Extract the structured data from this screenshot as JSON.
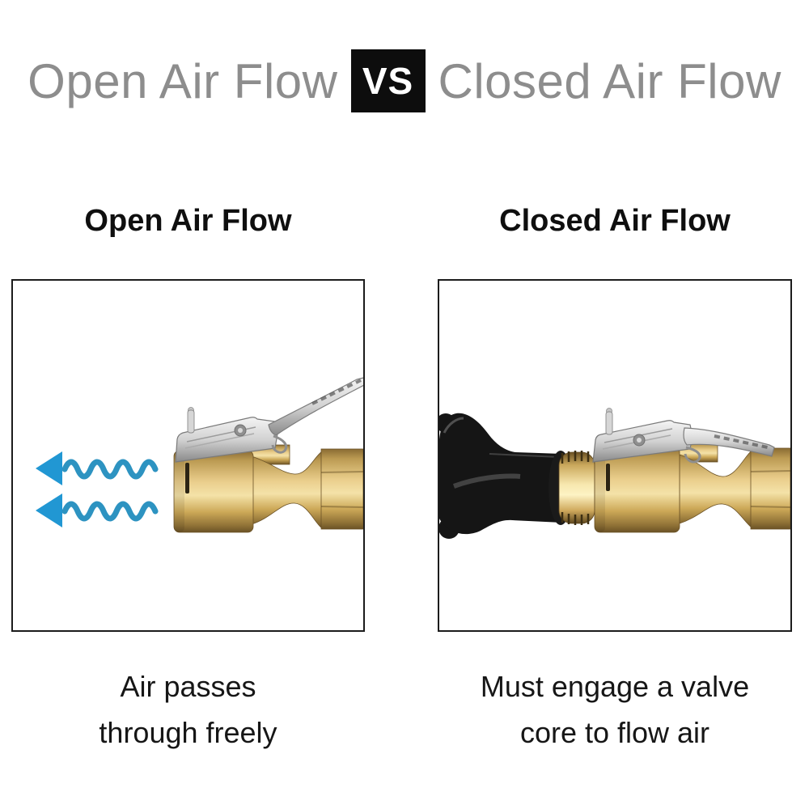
{
  "header": {
    "left_title": "Open Air Flow",
    "vs_label": "VS",
    "right_title": "Closed Air Flow"
  },
  "panels": {
    "open": {
      "title": "Open Air Flow",
      "caption_line1": "Air passes",
      "caption_line2": "through freely",
      "illustration": "brass clip-on air chuck with two blue wavy arrows showing air flowing out freely"
    },
    "closed": {
      "title": "Closed Air Flow",
      "caption_line1": "Must engage a valve",
      "caption_line2": "core to flow air",
      "illustration": "brass clip-on air chuck attached to a black rubber tire valve stem, no air flow"
    }
  },
  "icons": {
    "air_flow_arrow": "left-pointing wavy arrow",
    "vs_badge": "black square VS badge"
  },
  "colors": {
    "background": "#ffffff",
    "header_gray": "#8d8d8d",
    "vs_badge_bg": "#0d0d0d",
    "vs_badge_text": "#ffffff",
    "panel_border": "#1c1c1c",
    "caption_text": "#161616",
    "arrow_blue": "#2197d3",
    "wave_blue": "#2d93c1",
    "brass": "#eace8c",
    "steel": "#d2d2d2",
    "rubber_black": "#151515"
  }
}
